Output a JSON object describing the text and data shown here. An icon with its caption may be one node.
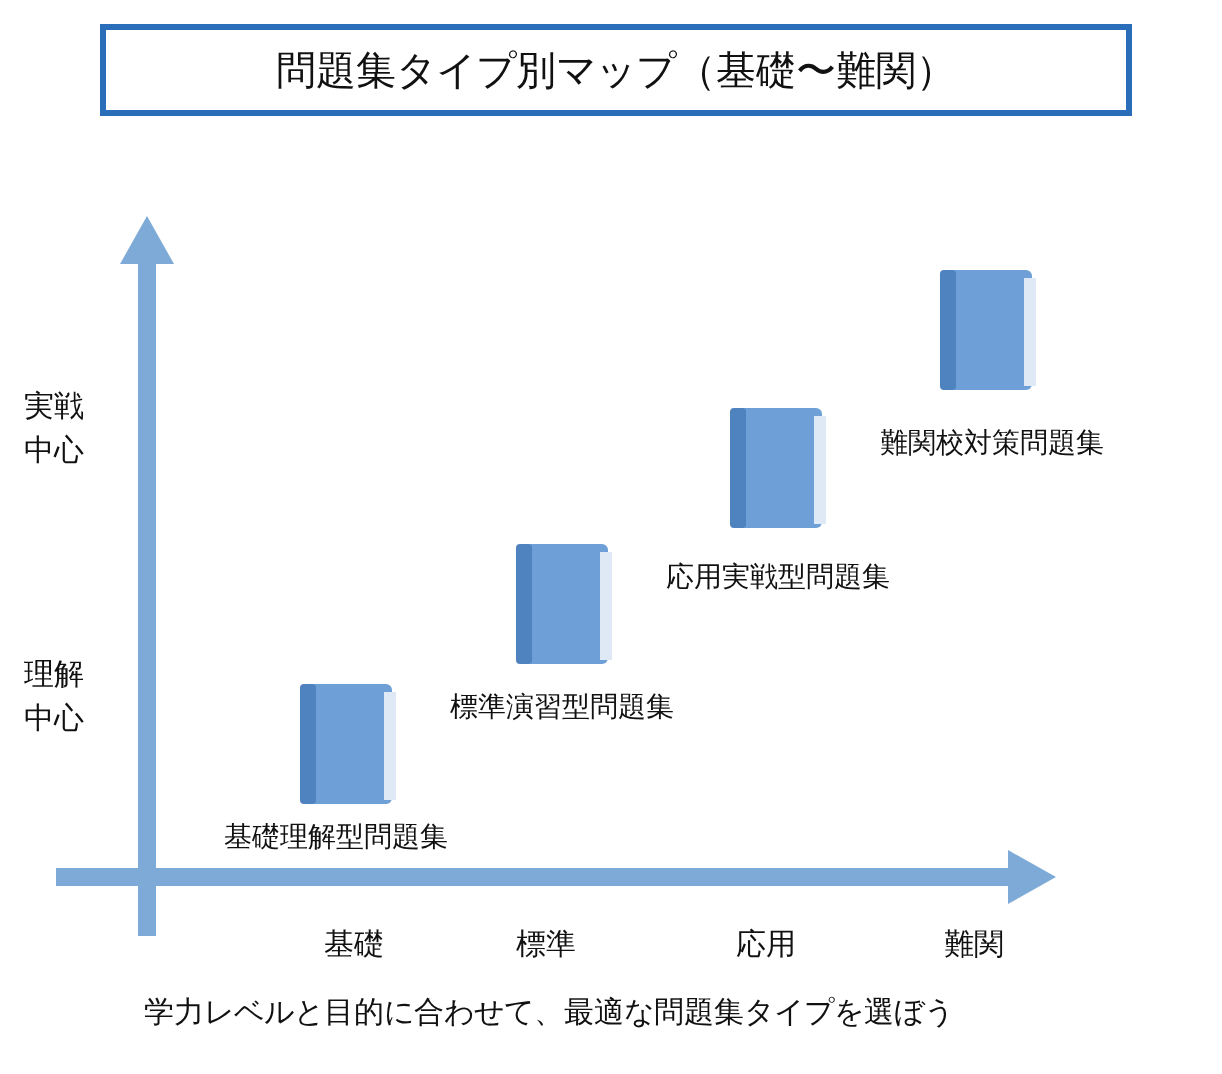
{
  "diagram": {
    "title": "問題集タイプ別マップ（基礎〜難関）",
    "caption": "学力レベルと目的に合わせて、最適な問題集タイプを選ぼう",
    "nodes": [
      {
        "text": [
          "基礎理解型問題集"
        ]
      },
      {
        "text": [
          "標準演習型問題集"
        ]
      },
      {
        "text": [
          "応用実戦型問題集"
        ]
      },
      {
        "text": [
          "難関校対策問題集"
        ]
      }
    ],
    "labels": [
      "実戦中心",
      "理解中心",
      "基礎",
      "標準",
      "応用",
      "難関"
    ]
  }
}
